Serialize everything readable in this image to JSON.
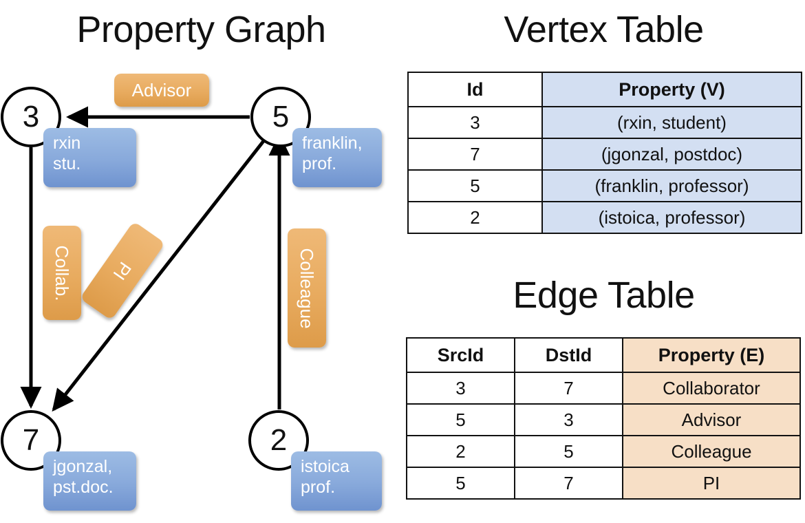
{
  "titles": {
    "property_graph": "Property Graph",
    "vertex_table": "Vertex Table",
    "edge_table": "Edge Table"
  },
  "graph": {
    "nodes": [
      {
        "id": "3",
        "property": "rxin\nstu.",
        "line1": "rxin",
        "line2": "stu."
      },
      {
        "id": "5",
        "property": "franklin,\nprof.",
        "line1": "franklin,",
        "line2": "prof."
      },
      {
        "id": "7",
        "property": "jgonzal,\npst.doc.",
        "line1": "jgonzal,",
        "line2": "pst.doc."
      },
      {
        "id": "2",
        "property": "istoica\nprof.",
        "line1": "istoica",
        "line2": "prof."
      }
    ],
    "edge_labels": [
      {
        "name": "advisor",
        "text": "Advisor"
      },
      {
        "name": "collab",
        "text": "Collab."
      },
      {
        "name": "pi",
        "text": "PI"
      },
      {
        "name": "colleague",
        "text": "Colleague"
      }
    ]
  },
  "vertex_table": {
    "headers": [
      "Id",
      "Property (V)"
    ],
    "rows": [
      {
        "id": "3",
        "property": "(rxin, student)"
      },
      {
        "id": "7",
        "property": "(jgonzal, postdoc)"
      },
      {
        "id": "5",
        "property": "(franklin, professor)"
      },
      {
        "id": "2",
        "property": "(istoica, professor)"
      }
    ]
  },
  "edge_table": {
    "headers": [
      "SrcId",
      "DstId",
      "Property (E)"
    ],
    "rows": [
      {
        "src": "3",
        "dst": "7",
        "property": "Collaborator"
      },
      {
        "src": "5",
        "dst": "3",
        "property": "Advisor"
      },
      {
        "src": "2",
        "dst": "5",
        "property": "Colleague"
      },
      {
        "src": "5",
        "dst": "7",
        "property": "PI"
      }
    ]
  },
  "colors": {
    "vertex_property_fill": "#d3dff2",
    "edge_property_fill": "#f7dfc6",
    "node_box_blue": "#88a9db",
    "edge_label_orange": "#e8ab5f",
    "stroke": "#111111"
  }
}
